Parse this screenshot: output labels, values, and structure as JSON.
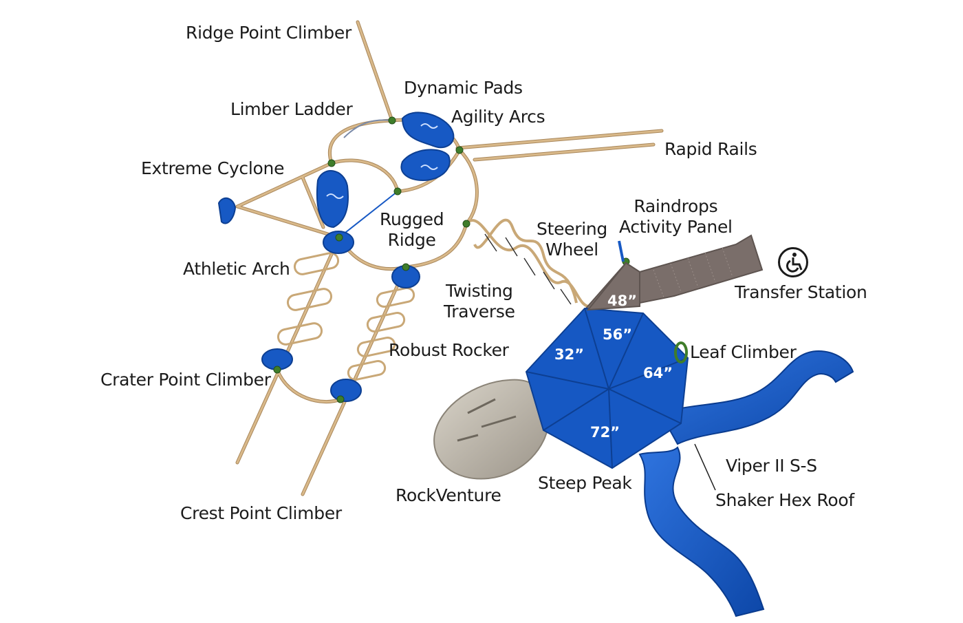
{
  "labels": {
    "ridge_point_climber": "Ridge Point Climber",
    "dynamic_pads": "Dynamic Pads",
    "limber_ladder": "Limber Ladder",
    "agility_arcs": "Agility Arcs",
    "rapid_rails": "Rapid Rails",
    "extreme_cyclone": "Extreme Cyclone",
    "raindrops_activity_panel": "Raindrops\nActivity Panel",
    "rugged_ridge": "Rugged\nRidge",
    "steering_wheel": "Steering\nWheel",
    "athletic_arch": "Athletic Arch",
    "transfer_station": "Transfer Station",
    "twisting_traverse": "Twisting\nTraverse",
    "robust_rocker": "Robust Rocker",
    "leaf_climber": "Leaf Climber",
    "crater_point_climber": "Crater Point Climber",
    "viper_ii_s_s": "Viper II S-S",
    "rockventure": "RockVenture",
    "steep_peak": "Steep Peak",
    "shaker_hex_roof": "Shaker Hex Roof",
    "crest_point_climber": "Crest Point Climber"
  },
  "deck_heights": {
    "h48": "48”",
    "h56": "56”",
    "h32": "32”",
    "h64": "64”",
    "h72": "72”"
  },
  "icons": {
    "accessibility": "wheelchair-accessibility-icon"
  },
  "colors": {
    "post_tan": "#d9b98a",
    "post_outline": "#a8865a",
    "blue": "#1759c4",
    "blue_dark": "#0d3f92",
    "connector_green": "#3f7d2a",
    "deck_brown": "#7a6e6a",
    "rock_gray": "#b8b2a6"
  }
}
